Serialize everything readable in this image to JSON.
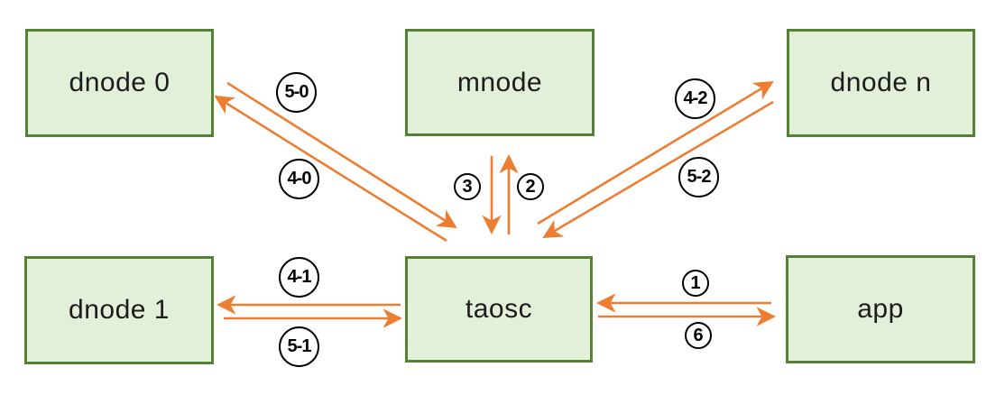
{
  "diagram": {
    "nodes": {
      "dnode0": {
        "label": "dnode 0"
      },
      "mnode": {
        "label": "mnode"
      },
      "dnoden": {
        "label": "dnode n"
      },
      "dnode1": {
        "label": "dnode 1"
      },
      "taosc": {
        "label": "taosc"
      },
      "app": {
        "label": "app"
      }
    },
    "messages": {
      "msg_1": {
        "label": "1",
        "from": "app",
        "to": "taosc"
      },
      "msg_2": {
        "label": "2",
        "from": "taosc",
        "to": "mnode"
      },
      "msg_3": {
        "label": "3",
        "from": "mnode",
        "to": "taosc"
      },
      "msg_4_0": {
        "label": "4-0",
        "from": "taosc",
        "to": "dnode0"
      },
      "msg_5_0": {
        "label": "5-0",
        "from": "dnode0",
        "to": "taosc"
      },
      "msg_4_1": {
        "label": "4-1",
        "from": "taosc",
        "to": "dnode1"
      },
      "msg_5_1": {
        "label": "5-1",
        "from": "dnode1",
        "to": "taosc"
      },
      "msg_4_2": {
        "label": "4-2",
        "from": "taosc",
        "to": "dnoden"
      },
      "msg_5_2": {
        "label": "5-2",
        "from": "dnoden",
        "to": "taosc"
      },
      "msg_6": {
        "label": "6",
        "from": "taosc",
        "to": "app"
      }
    },
    "colors": {
      "background": "#ffffff",
      "node_fill": "#e2efd9",
      "node_border": "#538135",
      "arrow": "#ed7d31",
      "label_stroke": "#000000",
      "text": "#1c1c1c"
    }
  }
}
